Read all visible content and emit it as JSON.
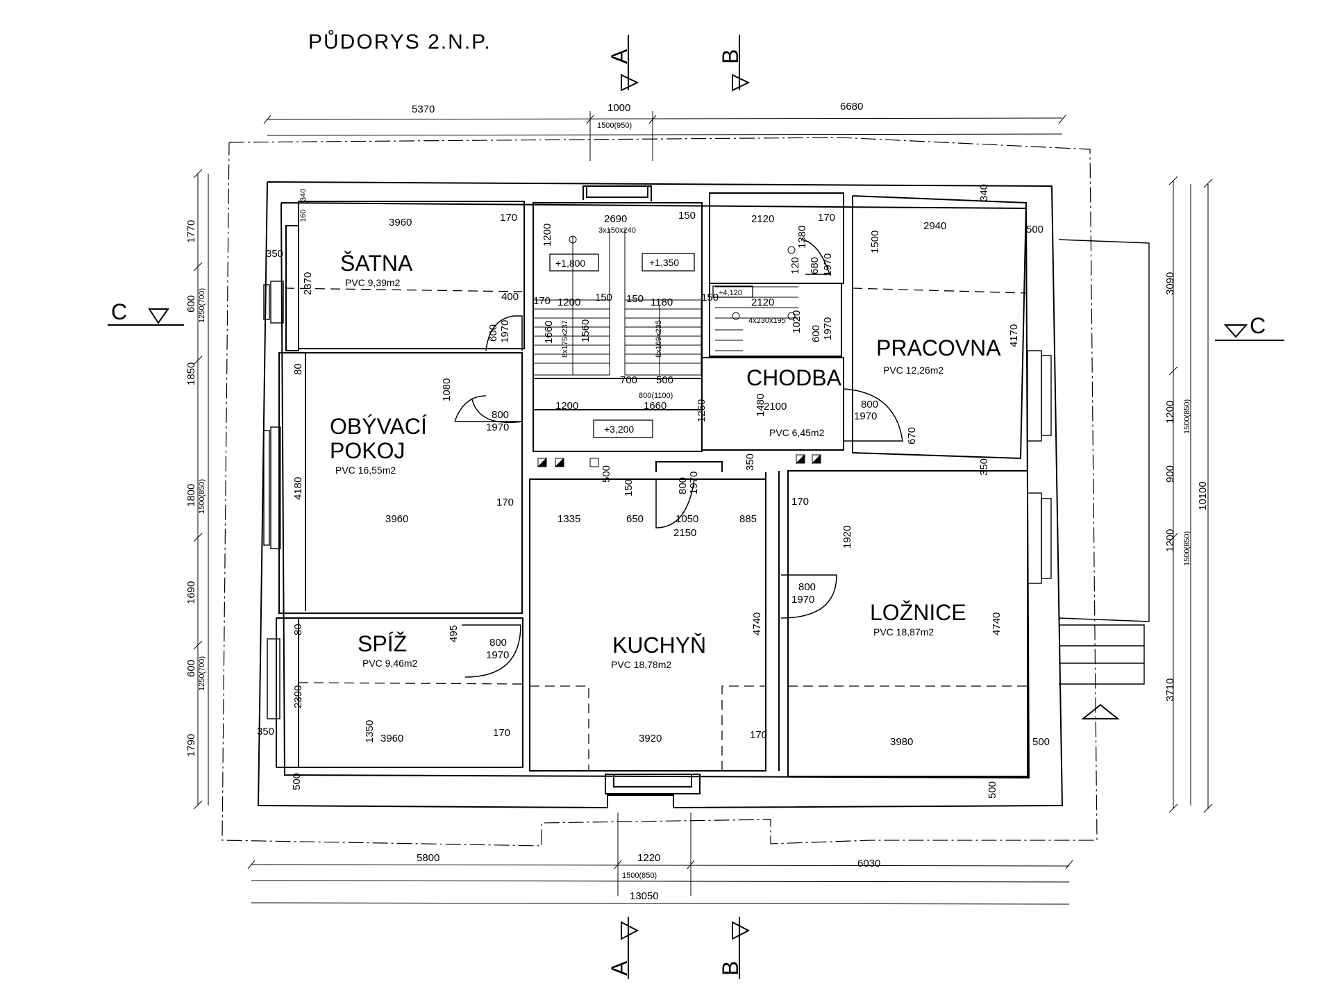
{
  "drawing": {
    "title": "PŮDORYS 2.N.P.",
    "sections": {
      "A_top": "A",
      "B_top": "B",
      "A_bottom": "A",
      "B_bottom": "B",
      "C_left": "C",
      "C_right": "C"
    },
    "rooms": [
      {
        "id": "satna",
        "name": "ŠATNA",
        "area": "PVC  9,39m2"
      },
      {
        "id": "obyvaci",
        "name_line1": "OBÝVACÍ",
        "name_line2": "POKOJ",
        "area": "PVC  16,55m2"
      },
      {
        "id": "spiz",
        "name": "SPÍŽ",
        "area": "PVC  9,46m2"
      },
      {
        "id": "kuchyn",
        "name": "KUCHYŇ",
        "area": "PVC  18,78m2"
      },
      {
        "id": "chodba",
        "name": "CHODBA",
        "area": "PVC  6,45m2"
      },
      {
        "id": "pracovna",
        "name": "PRACOVNA",
        "area": "PVC  12,26m2"
      },
      {
        "id": "loznice",
        "name": "LOŽNICE",
        "area": "PVC  18,87m2"
      }
    ],
    "levels": [
      "+1,800",
      "+1,350",
      "+3,200",
      "+4,120"
    ],
    "stairs": [
      "3x150x240",
      "8x175x237",
      "8x169x235",
      "4x230x195"
    ],
    "dims_top": [
      "5370",
      "1000",
      "1500(950)",
      "6680"
    ],
    "dims_bottom": [
      "5800",
      "1220",
      "1500(850)",
      "6030",
      "13050"
    ],
    "dims_left": [
      "1770",
      "600",
      "1250(700)",
      "1850",
      "1800",
      "1500(850)",
      "1690",
      "600",
      "1250(700)",
      "1790"
    ],
    "dims_right": [
      "3090",
      "4170",
      "1200",
      "1500(850)",
      "900",
      "10100",
      "1200",
      "1500(850)",
      "3710"
    ],
    "dims_inner": [
      "3960",
      "170",
      "160",
      "340",
      "350",
      "2370",
      "400",
      "600",
      "1970",
      "2690",
      "150",
      "1200",
      "170",
      "1200",
      "150",
      "150",
      "1180",
      "150",
      "1660",
      "1560",
      "2120",
      "170",
      "1380",
      "120",
      "680",
      "1970",
      "2120",
      "1020",
      "600",
      "1970",
      "2940",
      "500",
      "1500",
      "340",
      "80",
      "1080",
      "800",
      "1970",
      "1200",
      "700",
      "500",
      "800(1100)",
      "1660",
      "1250",
      "1480",
      "2100",
      "800",
      "1970",
      "670",
      "4180",
      "3960",
      "170",
      "500",
      "150",
      "800",
      "1970",
      "350",
      "1335",
      "650",
      "1050",
      "885",
      "2150",
      "170",
      "1920",
      "350",
      "800",
      "1970",
      "4740",
      "4740",
      "80",
      "495",
      "800",
      "1970",
      "2390",
      "1350",
      "3960",
      "170",
      "350",
      "3920",
      "170",
      "3980",
      "500",
      "500",
      "500"
    ]
  }
}
